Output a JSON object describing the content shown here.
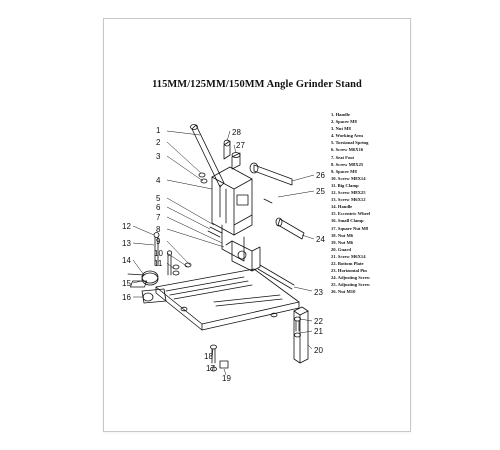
{
  "title": "115MM/125MM/150MM Angle Grinder Stand",
  "parts": [
    "1.  Handle",
    "2.  Spacer M8",
    "3.  Nut M8",
    "4.  Working Arm",
    "5.  Torsional Spring",
    "6.  Screw M6X16",
    "7.  Seat Foot",
    "8.  Screw M8X25",
    "9.  Spacer M8",
    "10. Screw M8X14",
    "11. Big Clamp",
    "12. Screw M8X25",
    "13. Screw M6X12",
    "14. Handle",
    "15. Eccentric Wheel",
    "16. Small Clamp",
    "17. Square Nut M8",
    "18. Nut M6",
    "19. Nut M6",
    "20. Guard",
    "21. Screw M6X14",
    "22. Bottom Plate",
    "23. Horizontal Pin",
    "24. Adjusting Screw",
    "25. Adjusting Screw",
    "26. Nut M10"
  ],
  "callouts": [
    "1",
    "2",
    "3",
    "4",
    "5",
    "6",
    "7",
    "8",
    "9",
    "10",
    "11",
    "12",
    "13",
    "14",
    "15",
    "16",
    "17",
    "18",
    "19",
    "20",
    "21",
    "22",
    "23",
    "24",
    "25",
    "26",
    "27",
    "28"
  ],
  "colors": {
    "ink": "#111111",
    "paper": "#ffffff",
    "border": "#c8c8c8"
  }
}
